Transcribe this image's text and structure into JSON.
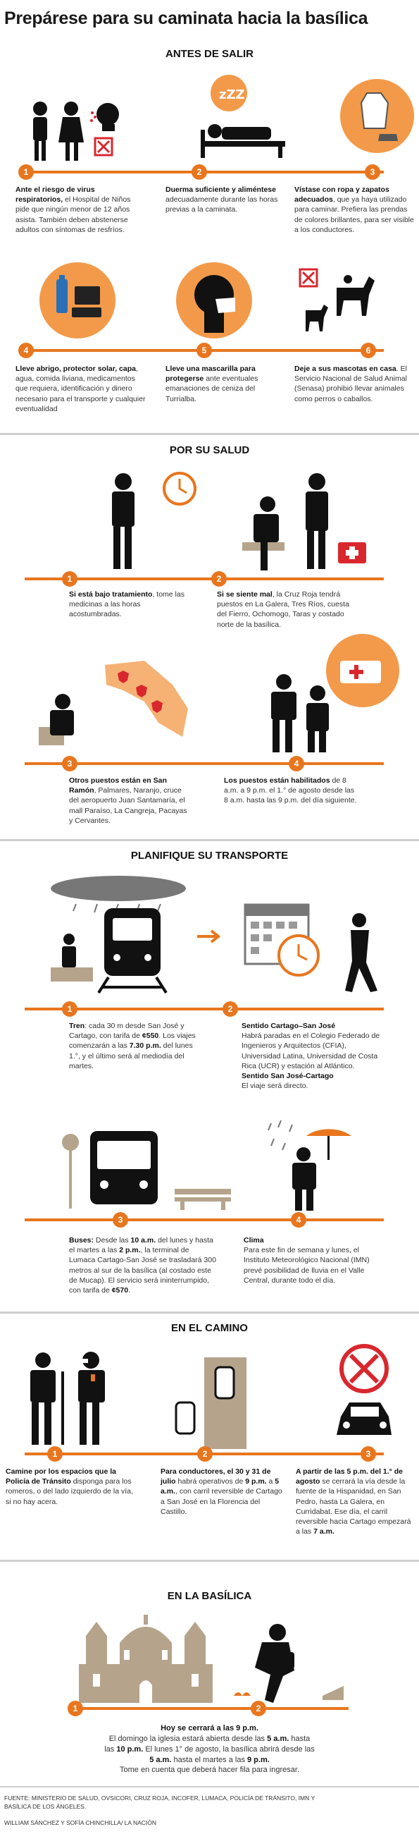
{
  "title": "Prepárese para su caminata hacia la basílica",
  "sections": {
    "s1": "ANTES DE SALIR",
    "s2": "POR SU SALUD",
    "s3": "PLANIFIQUE SU TRANSPORTE",
    "s4": "EN EL CAMINO",
    "s5": "EN LA BASÍLICA"
  },
  "nums": [
    "1",
    "2",
    "3",
    "4",
    "5",
    "6"
  ],
  "antes": {
    "c1_b": "Ante el riesgo de virus respiratorios,",
    "c1": " el Hospital de Niños pide que ningún menor de 12 años asista. También deben abstenerse  adultos con síntomas de resfríos.",
    "c2_b": "Duerma suficiente y aliméntese",
    "c2": " adecuadamente durante las horas previas a la caminata.",
    "c3_b": "Vístase con ropa y zapatos adecuados",
    "c3": ", que ya haya utilizado para caminar. Prefiera las prendas de colores brillantes, para ser visible a los conductores.",
    "c4_b": "Lleve abrigo, protector solar, capa",
    "c4": ", agua, comida liviana, medicamentos que requiera, identificación y dinero necesario para el transporte y cualquier eventualidad",
    "c5_b": "Lleve una mascarilla para protegerse",
    "c5": " ante eventuales emanaciones de ceniza del Turrialba.",
    "c6_b": "Deje a sus mascotas en casa",
    "c6": ". El Servicio Nacional de Salud Animal (Senasa) prohibió llevar animales como perros o caballos."
  },
  "salud": {
    "c1_b": "Si está bajo tratamiento",
    "c1": ", tome las medicinas a las horas acostumbradas.",
    "c2_b": "Si se siente mal",
    "c2": ", la Cruz Roja tendrá puestos en La Galera, Tres Ríos, cuesta del Fierro, Ochomogo,  Taras y costado norte de la basílica.",
    "c3_b": "Otros puestos están en San Ramón",
    "c3": ", Palmares, Naranjo, cruce del aeropuerto Juan Santamaría, el mall Paraíso, La Cangreja, Pacayas y Cervantes.",
    "c4_b": "Los puestos están habilitados",
    "c4": " de 8 a.m. a 9 p.m. el 1.° de agosto desde las 8 a.m. hasta las 9 p.m. del día siguiente."
  },
  "transporte": {
    "tren_b": "Tren",
    "tren": ":  cada 30 m desde San José y Cartago, con tarifa de ",
    "tren_b2": "¢550",
    "tren2": ". Los viajes comenzarán a las ",
    "tren_b3": "7.30 p.m.",
    "tren3": " del lunes 1.°, y el último será al mediodía del martes.",
    "sentido1_b": "Sentido Cartago–San José",
    "sentido1": "Habrá paradas en el Colegio Federado de Ingenieros y Arquitectos (CFIA), Universidad Latina, Universidad de Costa Rica (UCR) y estación al Atlántico.",
    "sentido2_b": "Sentido San José-Cartago",
    "sentido2": "El viaje será directo.",
    "buses_b": "Buses:",
    "buses": " Desde las ",
    "buses_b2": "10 a.m.",
    "buses2": " del lunes y hasta el martes a las ",
    "buses_b3": "2 p.m.",
    "buses3": ", la terminal de Lumaca Cartago-San José se trasladará 300 metros al sur de la basílica (al costado este de Mucap). El servicio será ininterrumpido, con tarifa de ",
    "buses_b4": "¢570",
    "buses4": ".",
    "clima_b": "Clima",
    "clima": "Para este fin de semana y lunes, el Instituto Meteorológico Nacional (IMN) prevé posibilidad de lluvia en el Valle Central, durante todo el día."
  },
  "camino": {
    "c1_b": "Camine por los espacios que la Policía de Tránsito",
    "c1": " disponga para los romeros, o del lado izquierdo de la vía, si no hay acera.",
    "c2_b": "Para conductores, el 30 y 31 de julio",
    "c2": " habrá operativos de ",
    "c2_b2": "9 p.m.",
    "c2b": " a ",
    "c2_b3": "5 a.m.",
    "c2c": ", con carril reversible de Cartago a San José en la Florencia del Castillo.",
    "c3_b": "A partir de las 5 p.m. del 1.° de agosto",
    "c3": " se cerrará la vía  desde la fuente de la Hispanidad, en San Pedro, hasta La Galera, en Curridabat. Ese día, el carril reversible hacia Cartago empezará a las ",
    "c3_b2": "7 a.m.",
    "c3b": ""
  },
  "basilica": {
    "l1": "Hoy se cerrará a las 9 p.m.",
    "l2a": "El domingo la iglesia estará abierta desde las ",
    "l2b": "5 a.m.",
    "l2c": " hasta",
    "l3a": "las ",
    "l3b": "10 p.m.",
    "l3c": " El lunes 1° de agosto, la basílica abrirá desde las",
    "l4a": "5 a.m.",
    "l4b": " hasta el martes a las ",
    "l4c": "9 p.m.",
    "l5": "Tome en cuenta que deberá hacer fila para ingresar."
  },
  "footer": {
    "source": "FUENTE: MINISTERIO DE SALUD, OVSICORI, CRUZ ROJA, INCOFER, LUMACA, POLICÍA DE TRÁNSITO, IMN Y BASÍLICA DE LOS ÁNGELES.",
    "credit": "WILLIAM SÁNCHEZ Y SOFÍA CHINCHILLA/ LA NACIÓN"
  },
  "sleep_z": "zZZ",
  "colors": {
    "accent": "#e8761e",
    "circle": "#f29a4a",
    "red": "#d9272e",
    "tan": "#b5a48b"
  }
}
